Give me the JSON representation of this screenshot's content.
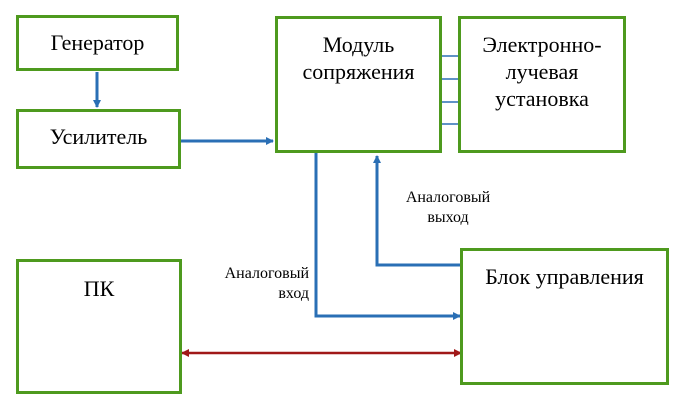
{
  "blocks": {
    "generator": {
      "label": "Генератор"
    },
    "amplifier": {
      "label": "Усилитель"
    },
    "interface_module": {
      "line1": "Модуль",
      "line2": "сопряжения"
    },
    "electron_beam_unit": {
      "line1": "Электронно-",
      "line2": "лучевая",
      "line3": "установка"
    },
    "pc": {
      "label": "ПК"
    },
    "control_unit": {
      "label": "Блок управления"
    }
  },
  "edge_labels": {
    "analog_output": {
      "line1": "Аналоговый",
      "line2": "выход"
    },
    "analog_input": {
      "line1": "Аналоговый",
      "line2": "вход"
    }
  },
  "colors": {
    "block_border": "#4e9a1e",
    "signal_arrow": "#2a6fb5",
    "bidirectional_link": "#a01818"
  }
}
